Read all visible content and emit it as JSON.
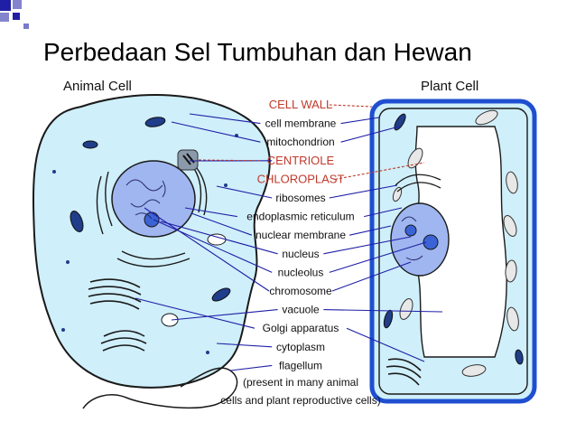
{
  "slide": {
    "title": "Perbedaan Sel Tumbuhan dan Hewan"
  },
  "diagram": {
    "animal_caption": "Animal Cell",
    "plant_caption": "Plant Cell",
    "labels": [
      {
        "text": "CELL WALL",
        "color": "#c0392b"
      },
      {
        "text": "cell membrane",
        "color": "#111111"
      },
      {
        "text": "mitochondrion",
        "color": "#111111"
      },
      {
        "text": "CENTRIOLE",
        "color": "#c0392b"
      },
      {
        "text": "CHLOROPLAST",
        "color": "#c0392b"
      },
      {
        "text": "ribosomes",
        "color": "#111111"
      },
      {
        "text": "endoplasmic reticulum",
        "color": "#111111"
      },
      {
        "text": "nuclear membrane",
        "color": "#111111"
      },
      {
        "text": "nucleus",
        "color": "#111111"
      },
      {
        "text": "nucleolus",
        "color": "#111111"
      },
      {
        "text": "chromosome",
        "color": "#111111"
      },
      {
        "text": "vacuole",
        "color": "#111111"
      },
      {
        "text": "Golgi apparatus",
        "color": "#111111"
      },
      {
        "text": "cytoplasm",
        "color": "#111111"
      },
      {
        "text": "flagellum",
        "color": "#111111"
      }
    ],
    "footnote_line1": "(present in many animal",
    "footnote_line2": "cells and plant reproductive cells)"
  },
  "colors": {
    "accent": "#1f1fa6",
    "cell_fill": "#cfeffa",
    "cell_outline": "#1a1a1a",
    "nucleus_fill": "#9fb6f0",
    "plant_wall": "#1f4fd0",
    "leader_blue": "#1f1fa6",
    "label_red": "#c0392b"
  }
}
